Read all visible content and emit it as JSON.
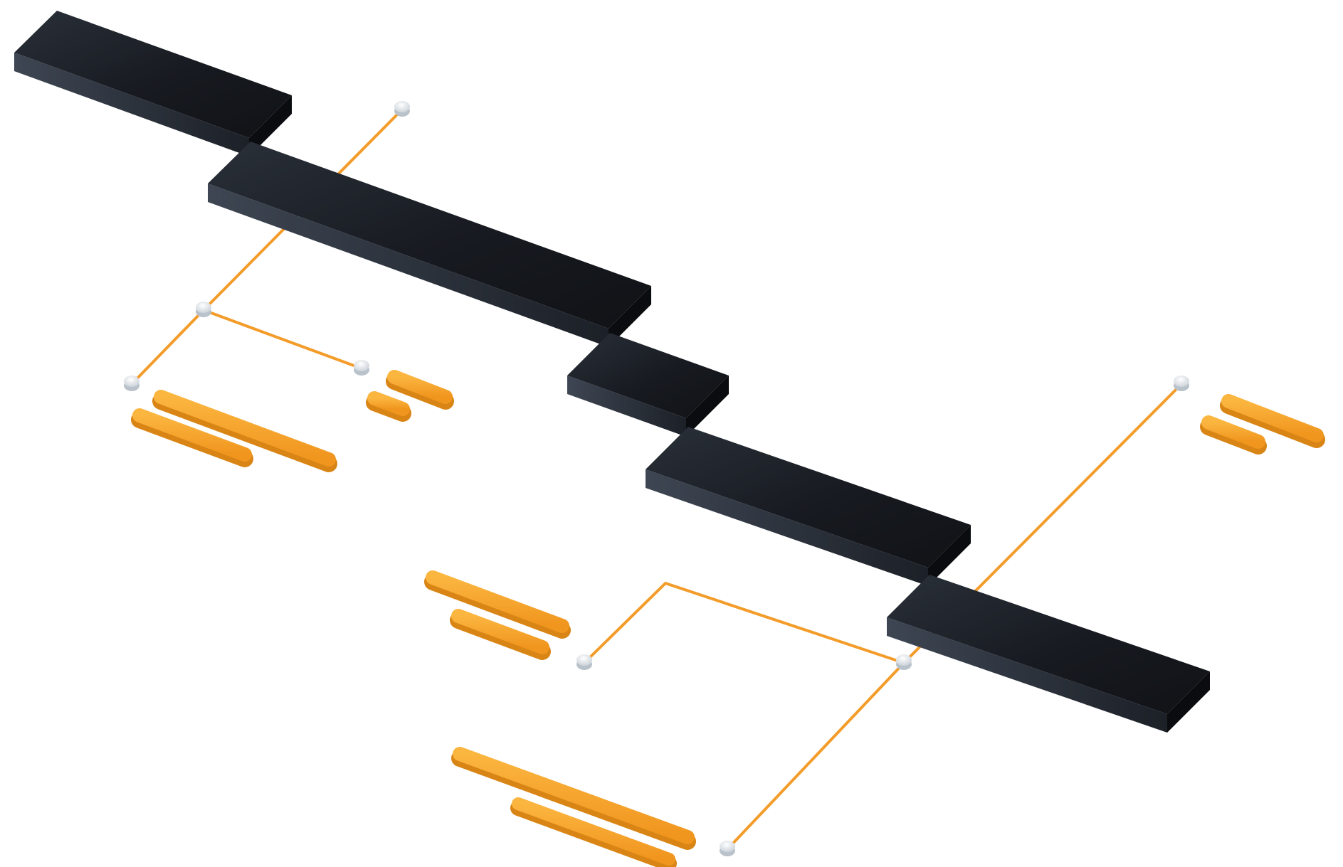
{
  "colors": {
    "background": "#ffffff",
    "block_top": "#1b1f26",
    "block_front": "#2b313b",
    "block_side": "#0b0d10",
    "connector": "#f39c2a",
    "pill_top": "#f6a531",
    "pill_front": "#d98515",
    "node_fill": "#eef2f5",
    "node_shadow": "#b9c2ca"
  },
  "diagram": {
    "type": "isometric-flow",
    "text": [],
    "blocks": [
      {
        "id": "block-1"
      },
      {
        "id": "block-2"
      },
      {
        "id": "block-3"
      },
      {
        "id": "block-4"
      },
      {
        "id": "block-5"
      }
    ],
    "connectors": [
      {
        "id": "connector-1"
      },
      {
        "id": "connector-2"
      },
      {
        "id": "connector-3"
      },
      {
        "id": "connector-4"
      },
      {
        "id": "connector-5"
      },
      {
        "id": "connector-6"
      }
    ],
    "nodes": [
      {
        "id": "node-1"
      },
      {
        "id": "node-2"
      },
      {
        "id": "node-3"
      },
      {
        "id": "node-4"
      },
      {
        "id": "node-5"
      },
      {
        "id": "node-6"
      },
      {
        "id": "node-7"
      }
    ],
    "placeholder_groups": [
      {
        "id": "group-1",
        "bars": 2
      },
      {
        "id": "group-2",
        "bars": 2
      },
      {
        "id": "group-3",
        "bars": 2
      },
      {
        "id": "group-4",
        "bars": 2
      },
      {
        "id": "group-5",
        "bars": 2
      }
    ]
  }
}
